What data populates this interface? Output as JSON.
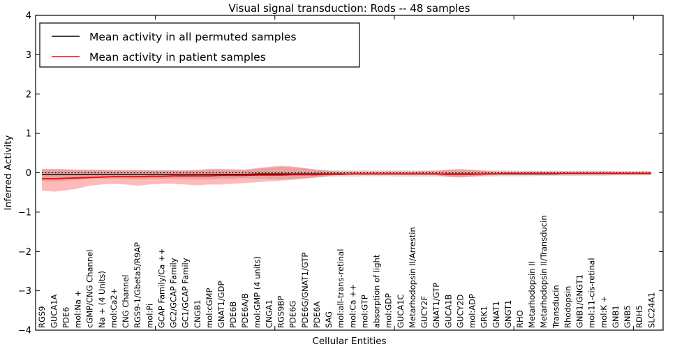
{
  "title": "Visual signal transduction: Rods -- 48 samples",
  "axes": {
    "xlabel": "Cellular Entities",
    "ylabel": "Inferred Activity",
    "ylim": [
      -4,
      4
    ],
    "ytick_labels": [
      "4",
      "3",
      "2",
      "1",
      "0",
      "−1",
      "−2",
      "−3",
      "−4"
    ],
    "ytick_values": [
      4,
      3,
      2,
      1,
      0,
      -1,
      -2,
      -3,
      -4
    ],
    "xtick_values": [
      10,
      20,
      30,
      40,
      50
    ]
  },
  "legend": {
    "entries": [
      {
        "label": "Mean activity in all permuted samples",
        "color": "#000000"
      },
      {
        "label": "Mean activity in patient samples",
        "color": "#ff0000"
      }
    ],
    "position": "upper-left"
  },
  "colors": {
    "permuted_line": "#000000",
    "patient_line": "#ff0000",
    "permuted_band": "#000000",
    "patient_band": "#ff0000",
    "permuted_band_opacity": 0.13,
    "patient_band_opacity": 0.27
  },
  "chart_data": {
    "type": "line",
    "grid": false,
    "ylim": [
      -4,
      4
    ],
    "legend_position": "upper-left",
    "categories": [
      "RGS9",
      "GUCA1A",
      "PDE6",
      "mol:Na +",
      "cGMP/CNG Channel",
      "Na + (4 Units)",
      "mol:Ca2+",
      "CNG Channel",
      "RGS9-1/Gbeta5/R9AP",
      "mol:Pi",
      "GCAP Family/Ca ++",
      "GC2/GCAP Family",
      "GC1/GCAP Family",
      "CNGB1",
      "mol:cGMP",
      "GNAT1/GDP",
      "PDE6B",
      "PDE6A/B",
      "mol:GMP (4 units)",
      "CNGA1",
      "RGS9BP",
      "PDE6G",
      "PDE6G/GNAT1/GTP",
      "PDE6A",
      "SAG",
      "mol:all-trans-retinal",
      "mol:Ca ++",
      "mol:GTP",
      "absorption of light",
      "mol:GDP",
      "GUCA1C",
      "Metarhodopsin II/Arrestin",
      "GUCY2F",
      "GNAT1/GTP",
      "GUCA1B",
      "GUCY2D",
      "mol:ADP",
      "GRK1",
      "GNAT1",
      "GNGT1",
      "RHO",
      "Metarhodopsin II",
      "Metarhodopsin II/Transducin",
      "Transducin",
      "Rhodopsin",
      "GNB1/GNGT1",
      "mol:11-cis-retinal",
      "mol:K +",
      "GNB1",
      "GNB5",
      "RDH5",
      "SLC24A1"
    ],
    "series": [
      {
        "name": "Mean activity in all permuted samples",
        "color": "#000000",
        "style": "solid",
        "values": [
          -0.05,
          -0.05,
          -0.05,
          -0.05,
          -0.04,
          -0.04,
          -0.04,
          -0.04,
          -0.04,
          -0.04,
          -0.04,
          -0.04,
          -0.04,
          -0.04,
          -0.04,
          -0.04,
          -0.04,
          -0.04,
          -0.03,
          -0.03,
          -0.03,
          -0.03,
          -0.03,
          -0.03,
          -0.03,
          -0.03,
          -0.03,
          -0.03,
          -0.03,
          -0.03,
          -0.03,
          -0.03,
          -0.03,
          -0.03,
          -0.03,
          -0.03,
          -0.03,
          -0.03,
          -0.03,
          -0.03,
          -0.03,
          -0.03,
          -0.03,
          -0.03,
          -0.02,
          -0.02,
          -0.02,
          -0.02,
          -0.02,
          -0.02,
          -0.02,
          -0.02
        ]
      },
      {
        "name": "Mean activity in patient samples",
        "color": "#ff0000",
        "style": "solid",
        "values": [
          -0.15,
          -0.15,
          -0.14,
          -0.13,
          -0.12,
          -0.11,
          -0.1,
          -0.1,
          -0.1,
          -0.09,
          -0.09,
          -0.08,
          -0.08,
          -0.08,
          -0.08,
          -0.07,
          -0.07,
          -0.07,
          -0.06,
          -0.06,
          -0.06,
          -0.05,
          -0.05,
          -0.05,
          -0.04,
          -0.04,
          -0.03,
          -0.03,
          -0.03,
          -0.03,
          -0.03,
          -0.03,
          -0.03,
          -0.03,
          -0.04,
          -0.04,
          -0.04,
          -0.03,
          -0.03,
          -0.02,
          -0.02,
          -0.02,
          -0.02,
          -0.02,
          -0.02,
          -0.02,
          -0.02,
          -0.02,
          -0.02,
          -0.02,
          -0.02,
          -0.02
        ]
      },
      {
        "name": "zero reference (dotted, unlabeled)",
        "color": "#000000",
        "style": "dotted",
        "values": [
          0,
          0,
          0,
          0,
          0,
          0,
          0,
          0,
          0,
          0,
          0,
          0,
          0,
          0,
          0,
          0,
          0,
          0,
          0,
          0,
          0,
          0,
          0,
          0,
          0,
          0,
          0,
          0,
          0,
          0,
          0,
          0,
          0,
          0,
          0,
          0,
          0,
          0,
          0,
          0,
          0,
          0,
          0,
          0,
          0,
          0,
          0,
          0,
          0,
          0,
          0,
          0
        ]
      }
    ],
    "bands": [
      {
        "name": "permuted samples spread",
        "color": "#000000",
        "opacity": 0.13,
        "upper": [
          0.08,
          0.08,
          0.08,
          0.07,
          0.07,
          0.07,
          0.06,
          0.06,
          0.06,
          0.06,
          0.06,
          0.06,
          0.06,
          0.07,
          0.08,
          0.08,
          0.07,
          0.07,
          0.1,
          0.13,
          0.15,
          0.14,
          0.11,
          0.08,
          0.07,
          0.06,
          0.06,
          0.06,
          0.06,
          0.06,
          0.06,
          0.06,
          0.06,
          0.06,
          0.07,
          0.07,
          0.07,
          0.06,
          0.06,
          0.06,
          0.05,
          0.05,
          0.05,
          0.05,
          0.05,
          0.05,
          0.05,
          0.05,
          0.04,
          0.04,
          0.04,
          0.04
        ],
        "lower": [
          -0.2,
          -0.22,
          -0.2,
          -0.18,
          -0.16,
          -0.15,
          -0.15,
          -0.16,
          -0.17,
          -0.16,
          -0.15,
          -0.15,
          -0.16,
          -0.17,
          -0.17,
          -0.16,
          -0.15,
          -0.14,
          -0.15,
          -0.16,
          -0.17,
          -0.16,
          -0.14,
          -0.12,
          -0.11,
          -0.1,
          -0.1,
          -0.09,
          -0.09,
          -0.09,
          -0.1,
          -0.1,
          -0.1,
          -0.1,
          -0.11,
          -0.11,
          -0.1,
          -0.1,
          -0.09,
          -0.09,
          -0.09,
          -0.09,
          -0.08,
          -0.08,
          -0.08,
          -0.08,
          -0.08,
          -0.08,
          -0.07,
          -0.07,
          -0.07,
          -0.07
        ]
      },
      {
        "name": "patient samples spread",
        "color": "#ff0000",
        "opacity": 0.27,
        "upper": [
          0.1,
          0.1,
          0.09,
          0.08,
          0.08,
          0.08,
          0.07,
          0.07,
          0.07,
          0.06,
          0.06,
          0.06,
          0.06,
          0.07,
          0.1,
          0.1,
          0.09,
          0.08,
          0.12,
          0.15,
          0.18,
          0.16,
          0.12,
          0.08,
          0.05,
          0.03,
          0.03,
          0.03,
          0.03,
          0.03,
          0.03,
          0.03,
          0.04,
          0.05,
          0.08,
          0.1,
          0.08,
          0.05,
          0.03,
          0.03,
          0.03,
          0.03,
          0.03,
          0.03,
          0.03,
          0.03,
          0.03,
          0.03,
          0.03,
          0.03,
          0.03,
          0.03
        ],
        "lower": [
          -0.45,
          -0.48,
          -0.45,
          -0.4,
          -0.33,
          -0.3,
          -0.28,
          -0.3,
          -0.33,
          -0.3,
          -0.28,
          -0.28,
          -0.3,
          -0.32,
          -0.3,
          -0.3,
          -0.28,
          -0.26,
          -0.24,
          -0.22,
          -0.2,
          -0.18,
          -0.15,
          -0.12,
          -0.08,
          -0.05,
          -0.04,
          -0.04,
          -0.04,
          -0.04,
          -0.05,
          -0.05,
          -0.05,
          -0.06,
          -0.1,
          -0.12,
          -0.1,
          -0.07,
          -0.05,
          -0.04,
          -0.04,
          -0.04,
          -0.04,
          -0.04,
          -0.04,
          -0.04,
          -0.04,
          -0.04,
          -0.04,
          -0.04,
          -0.04,
          -0.04
        ]
      }
    ],
    "title": "Visual signal transduction: Rods -- 48 samples",
    "xlabel": "Cellular Entities",
    "ylabel": "Inferred Activity"
  }
}
